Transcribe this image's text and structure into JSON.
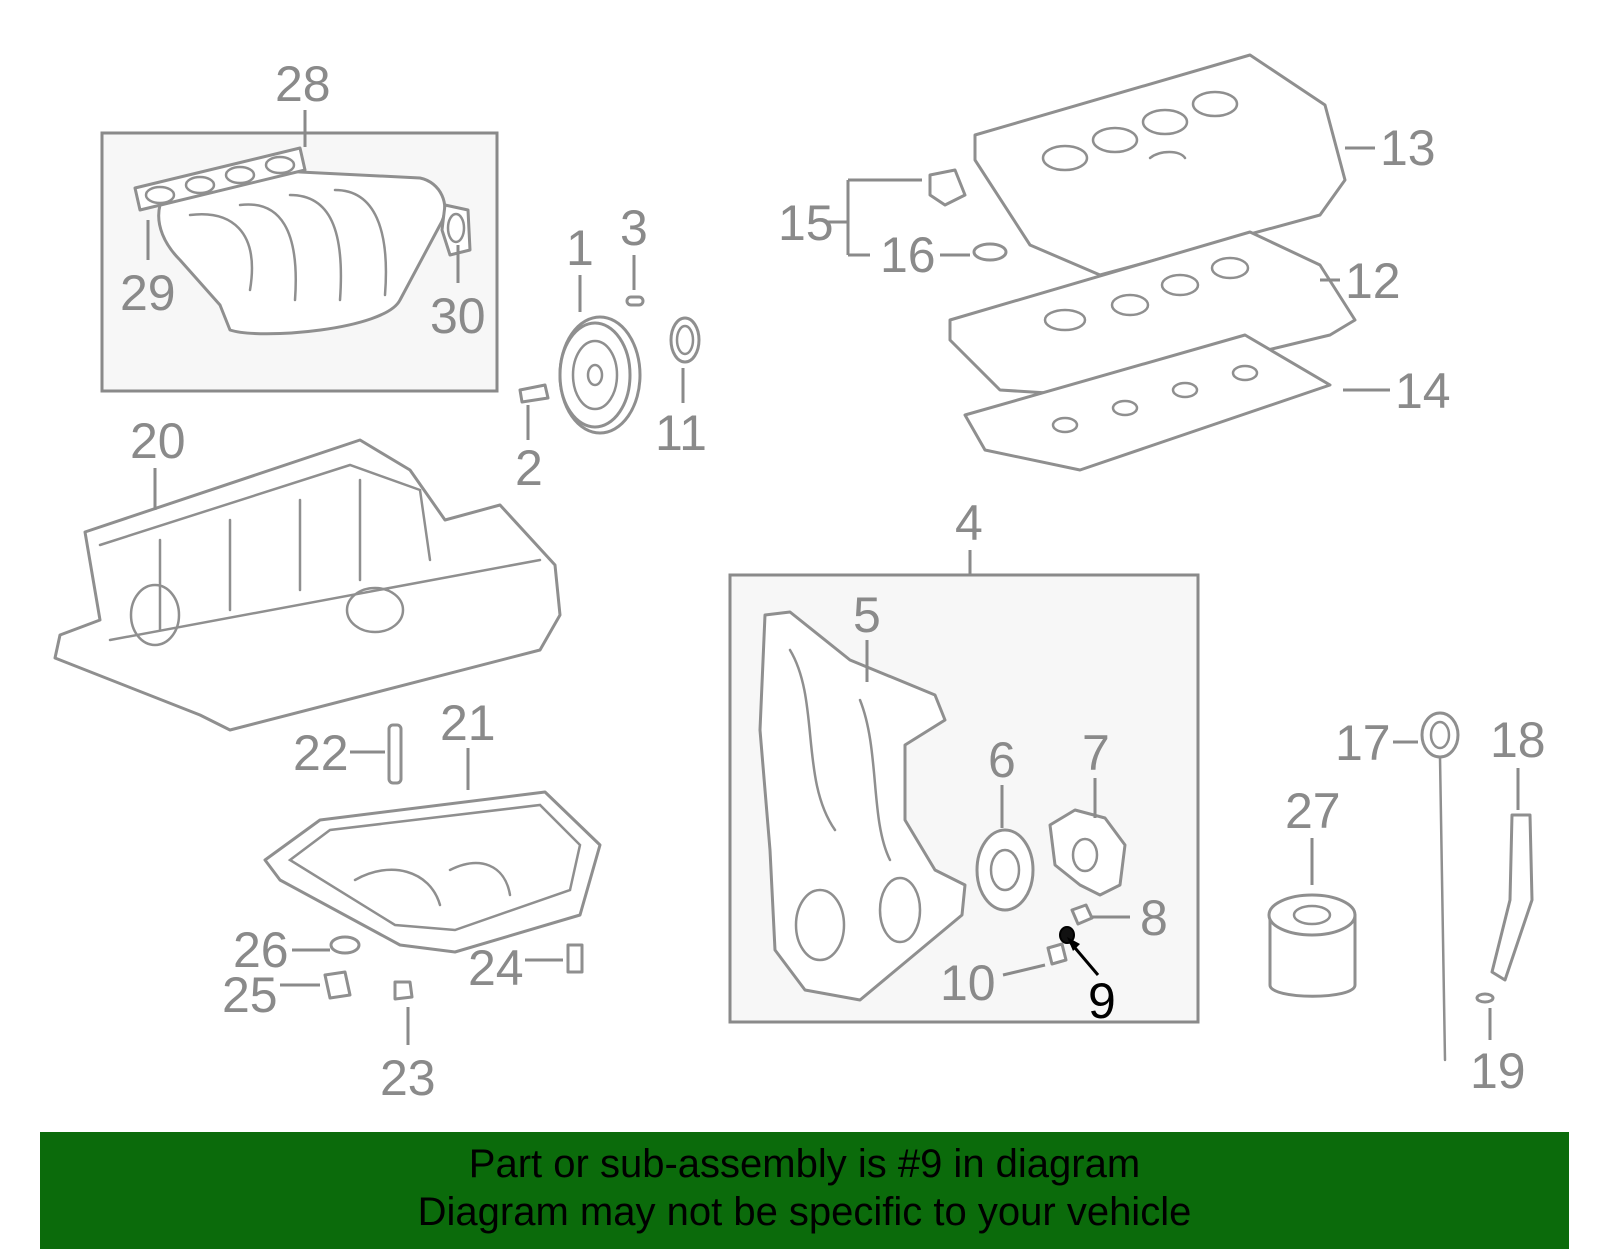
{
  "callouts": {
    "c1": "1",
    "c2": "2",
    "c3": "3",
    "c4": "4",
    "c5": "5",
    "c6": "6",
    "c7": "7",
    "c8": "8",
    "c9": "9",
    "c10": "10",
    "c11": "11",
    "c12": "12",
    "c13": "13",
    "c14": "14",
    "c15": "15",
    "c16": "16",
    "c17": "17",
    "c18": "18",
    "c19": "19",
    "c20": "20",
    "c21": "21",
    "c22": "22",
    "c23": "23",
    "c24": "24",
    "c25": "25",
    "c26": "26",
    "c27": "27",
    "c28": "28",
    "c29": "29",
    "c30": "30"
  },
  "highlighted_part": "9",
  "banner": {
    "line1": "Part or sub-assembly is #9 in diagram",
    "line2": "Diagram may not be specific to your vehicle"
  },
  "colors": {
    "banner_bg": "#0b6b0b",
    "callout_gray": "#8a8a8a",
    "highlight": "#000000"
  }
}
